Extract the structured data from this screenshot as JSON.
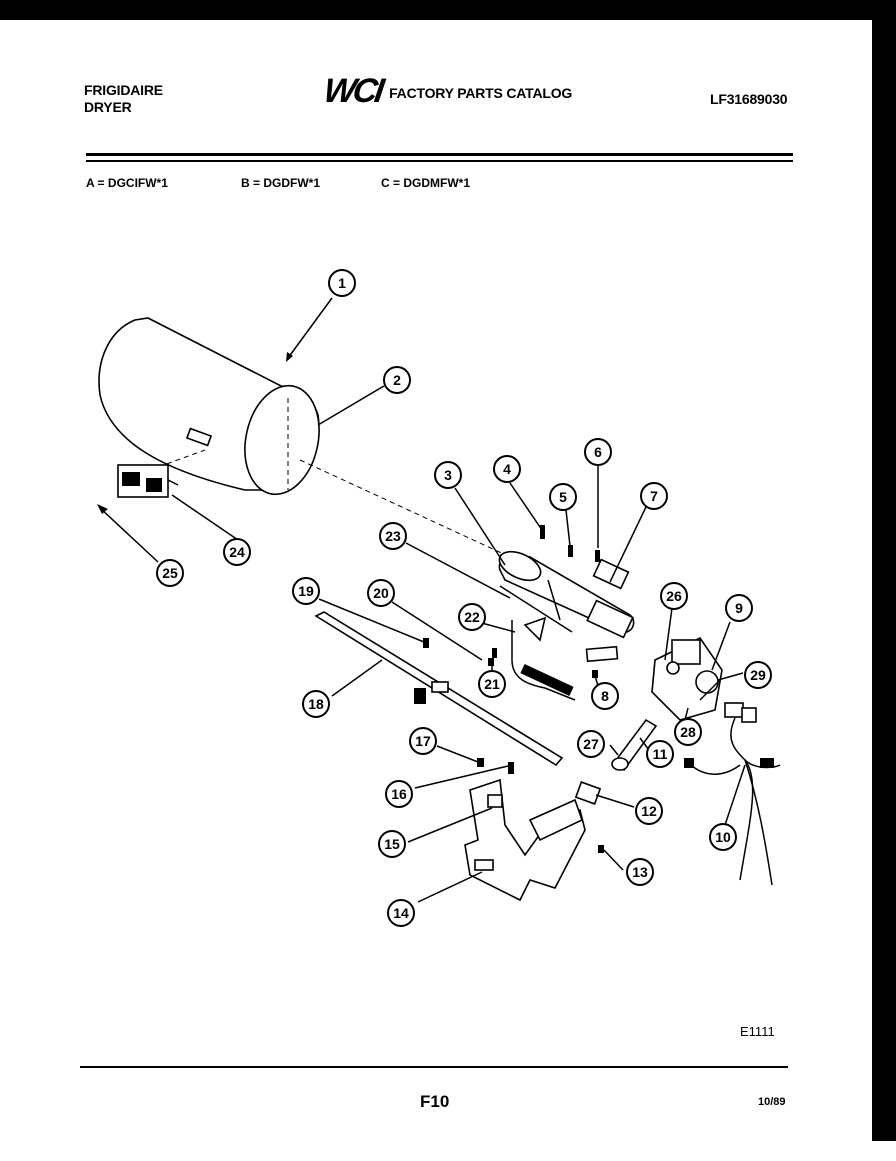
{
  "header": {
    "brand_line1": "FRIGIDAIRE",
    "brand_line2": "DRYER",
    "logo": "WCI",
    "catalog_title": "FACTORY PARTS CATALOG",
    "catalog_number": "LF31689030"
  },
  "models": [
    {
      "text": "A = DGCIFW*1"
    },
    {
      "text": "B = DGDFW*1"
    },
    {
      "text": "C = DGDMFW*1"
    }
  ],
  "diagram_code": "E1111",
  "footer": {
    "page": "F10",
    "date": "10/89"
  },
  "callouts": [
    "1",
    "2",
    "3",
    "4",
    "5",
    "6",
    "7",
    "8",
    "9",
    "10",
    "11",
    "12",
    "13",
    "14",
    "15",
    "16",
    "17",
    "18",
    "19",
    "20",
    "21",
    "22",
    "23",
    "24",
    "25",
    "26",
    "27",
    "28",
    "29"
  ]
}
